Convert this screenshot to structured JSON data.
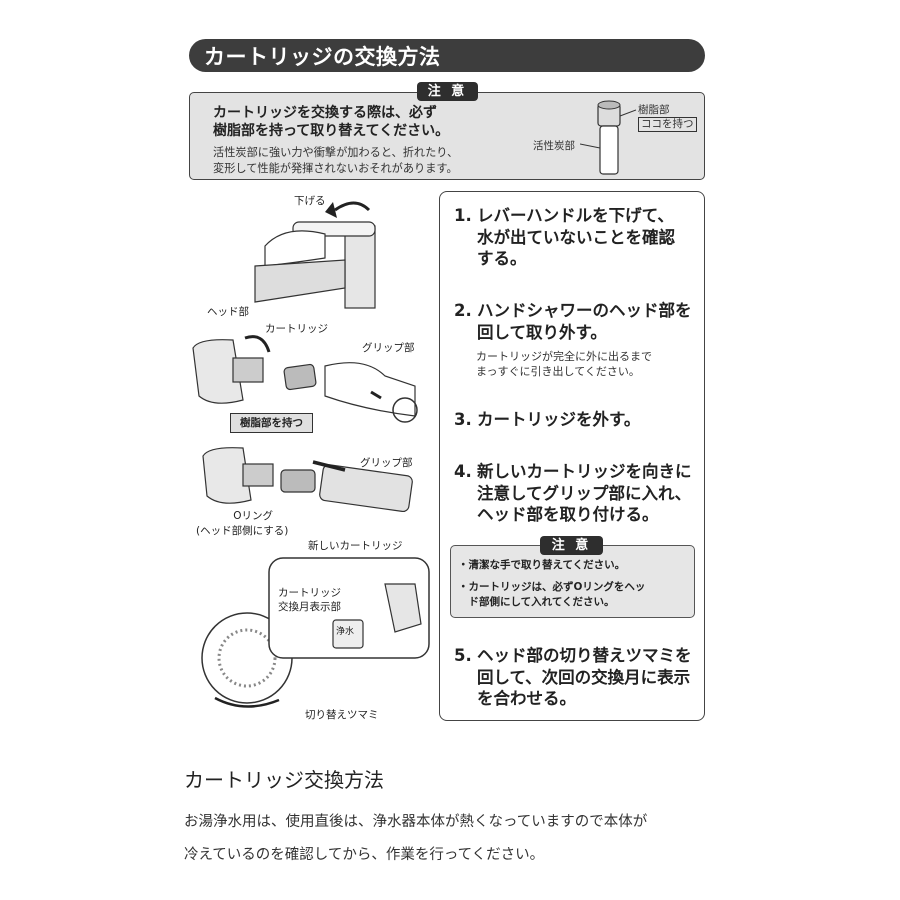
{
  "title": "カートリッジの交換方法",
  "caution": {
    "badge": "注 意",
    "main_line1": "カートリッジを交換する際は、必ず",
    "main_line2": "樹脂部を持って取り替えてください。",
    "sub_line1": "活性炭部に強い力や衝撃が加わると、折れたり、",
    "sub_line2": "変形して性能が発揮されないおそれがあります。",
    "label_resin_1": "樹脂部",
    "label_resin_2": "ココを持つ",
    "label_carbon": "活性炭部"
  },
  "illustration": {
    "lower": "下げる",
    "head": "ヘッド部",
    "cartridge": "カートリッジ",
    "grip1": "グリップ部",
    "resin_hold": "樹脂部を持つ",
    "grip2": "グリップ部",
    "oring_1": "Oリング",
    "oring_2": "(ヘッド部側にする)",
    "new_cartridge": "新しいカートリッジ",
    "month_1": "カートリッジ",
    "month_2": "交換月表示部",
    "switch_knob": "切り替えツマミ",
    "lcd": "浄水"
  },
  "steps": [
    {
      "num": "1.",
      "line1": "レバーハンドルを下げて、",
      "line2": "水が出ていないことを確認",
      "line3": "する。"
    },
    {
      "num": "2.",
      "line1": "ハンドシャワーのヘッド部を",
      "line2": "回して取り外す。",
      "note1": "カートリッジが完全に外に出るまで",
      "note2": "まっすぐに引き出してください。"
    },
    {
      "num": "3.",
      "line1": "カートリッジを外す。"
    },
    {
      "num": "4.",
      "line1": "新しいカートリッジを向きに",
      "line2": "注意してグリップ部に入れ、",
      "line3": "ヘッド部を取り付ける。"
    },
    {
      "num": "5.",
      "line1": "ヘッド部の切り替えツマミを",
      "line2": "回して、次回の交換月に表示",
      "line3": "を合わせる。"
    }
  ],
  "inner_caution": {
    "badge": "注 意",
    "line1": "・清潔な手で取り替えてください。",
    "line2": "・カートリッジは、必ずOリングをヘッ",
    "line3": "　ド部側にして入れてください。"
  },
  "section_heading": "カートリッジ交換方法",
  "body_line1": "お湯浄水用は、使用直後は、浄水器本体が熱くなっていますので本体が",
  "body_line2": "冷えているのを確認してから、作業を行ってください。"
}
